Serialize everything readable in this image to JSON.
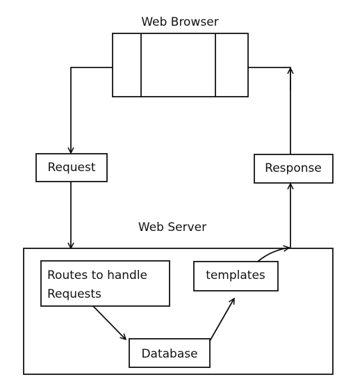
{
  "diagram": {
    "browser_title": "Web Browser",
    "server_title": "Web Server",
    "request_label": "Request",
    "response_label": "Response",
    "routes_line1": "Routes to handle",
    "routes_line2": "Requests",
    "templates_label": "templates",
    "database_label": "Database"
  }
}
